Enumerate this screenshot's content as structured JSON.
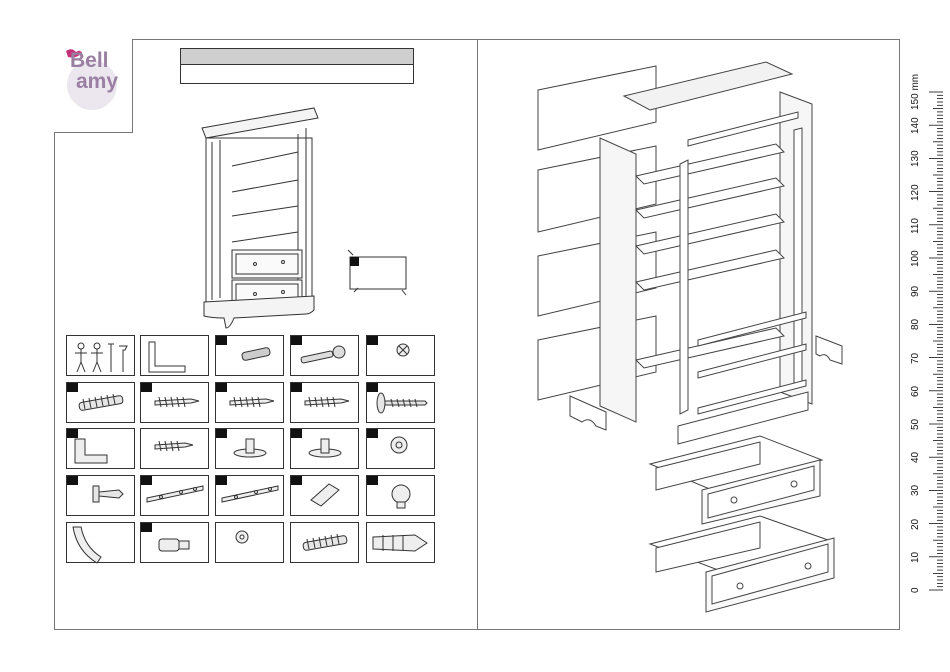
{
  "brand": {
    "line1": "Bell",
    "line2": "amy",
    "logo_color": "#9a7fa2",
    "accent": "#c6327a"
  },
  "title_box": {
    "header": "",
    "text": ""
  },
  "parts_grid": {
    "rows": [
      [
        "assembly-people-tools-icon",
        "allen-key-icon",
        "dowel-icon",
        "cam-bolt-icon",
        "cam-lock-icon"
      ],
      [
        "long-screw-icon",
        "screw-icon",
        "screw-icon",
        "screw-icon",
        "flat-head-screw-icon"
      ],
      [
        "corner-bracket-icon",
        "short-screw-icon",
        "shelf-pin-icon",
        "shelf-pin-icon",
        "round-cap-icon"
      ],
      [
        "flat-screw-icon",
        "drawer-runner-icon",
        "drawer-runner-icon",
        "wedge-bracket-icon",
        "knob-icon"
      ],
      [
        "curved-strip-icon",
        "dowel-plug-icon",
        "washer-icon",
        "long-screw-icon",
        "wall-plug-icon"
      ]
    ]
  },
  "ruler": {
    "unit": "mm",
    "labels": [
      "0",
      "10",
      "20",
      "30",
      "40",
      "50",
      "60",
      "70",
      "80",
      "90",
      "100",
      "110",
      "120",
      "130",
      "140",
      "150 mm"
    ]
  }
}
